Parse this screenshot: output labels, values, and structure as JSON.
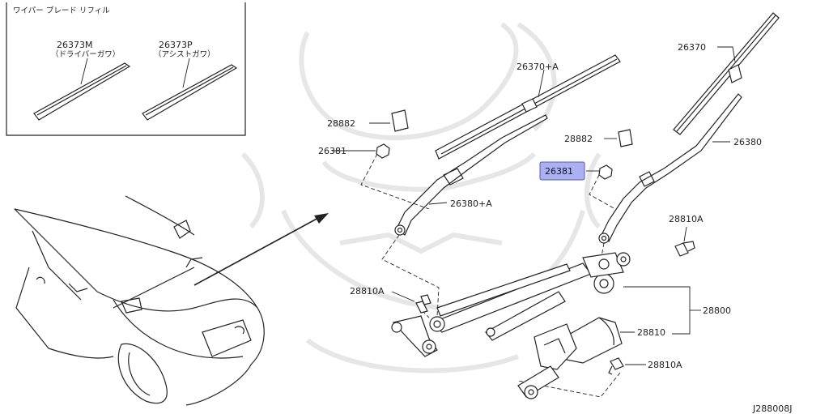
{
  "inset": {
    "title": "ワイパー ブレード リフィル",
    "items": [
      {
        "part": "26373M",
        "side": "（ドライバーガワ）"
      },
      {
        "part": "26373P",
        "side": "（アシストガワ）"
      }
    ]
  },
  "labels": {
    "p26370a": "26370+A",
    "p26370": "26370",
    "p28882_left": "28882",
    "p28882_right": "28882",
    "p26381_left": "26381",
    "p26381_right": "26381",
    "p26380a": "26380+A",
    "p26380": "26380",
    "p28810a_top": "28810A",
    "p28810a_left": "28810A",
    "p28810a_bottom": "28810A",
    "p28800": "28800",
    "p28810": "28810"
  },
  "highlight_color": "#aab0f0",
  "figure_code": "J288008J"
}
